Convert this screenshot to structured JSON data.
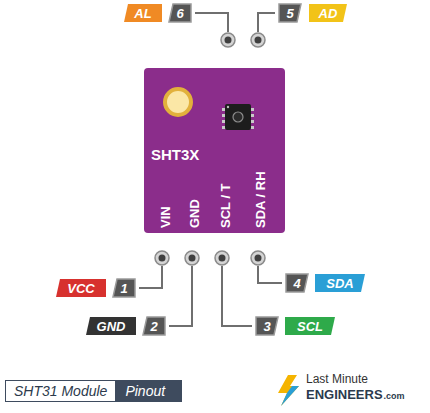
{
  "diagram": {
    "nodes": [
      {
        "text": [
          "AL"
        ]
      },
      {
        "text": [
          "6"
        ]
      },
      {
        "text": [
          "5"
        ]
      },
      {
        "text": [
          "AD"
        ]
      },
      {
        "text": [
          "SHT3X",
          "VIN",
          "GND",
          "SCL / T",
          "SDA / RH"
        ]
      },
      {
        "text": [
          "VCC"
        ]
      },
      {
        "text": [
          "1"
        ]
      },
      {
        "text": [
          "4"
        ]
      },
      {
        "text": [
          "SDA"
        ]
      },
      {
        "text": [
          "GND"
        ]
      },
      {
        "text": [
          "2"
        ]
      },
      {
        "text": [
          "3"
        ]
      },
      {
        "text": [
          "SCL"
        ]
      },
      {
        "text": [
          "SHT31 Module",
          "Pinout"
        ]
      }
    ],
    "edges": [],
    "labels": [
      "Last Minute",
      "ENGINEERS",
      ".com"
    ]
  }
}
